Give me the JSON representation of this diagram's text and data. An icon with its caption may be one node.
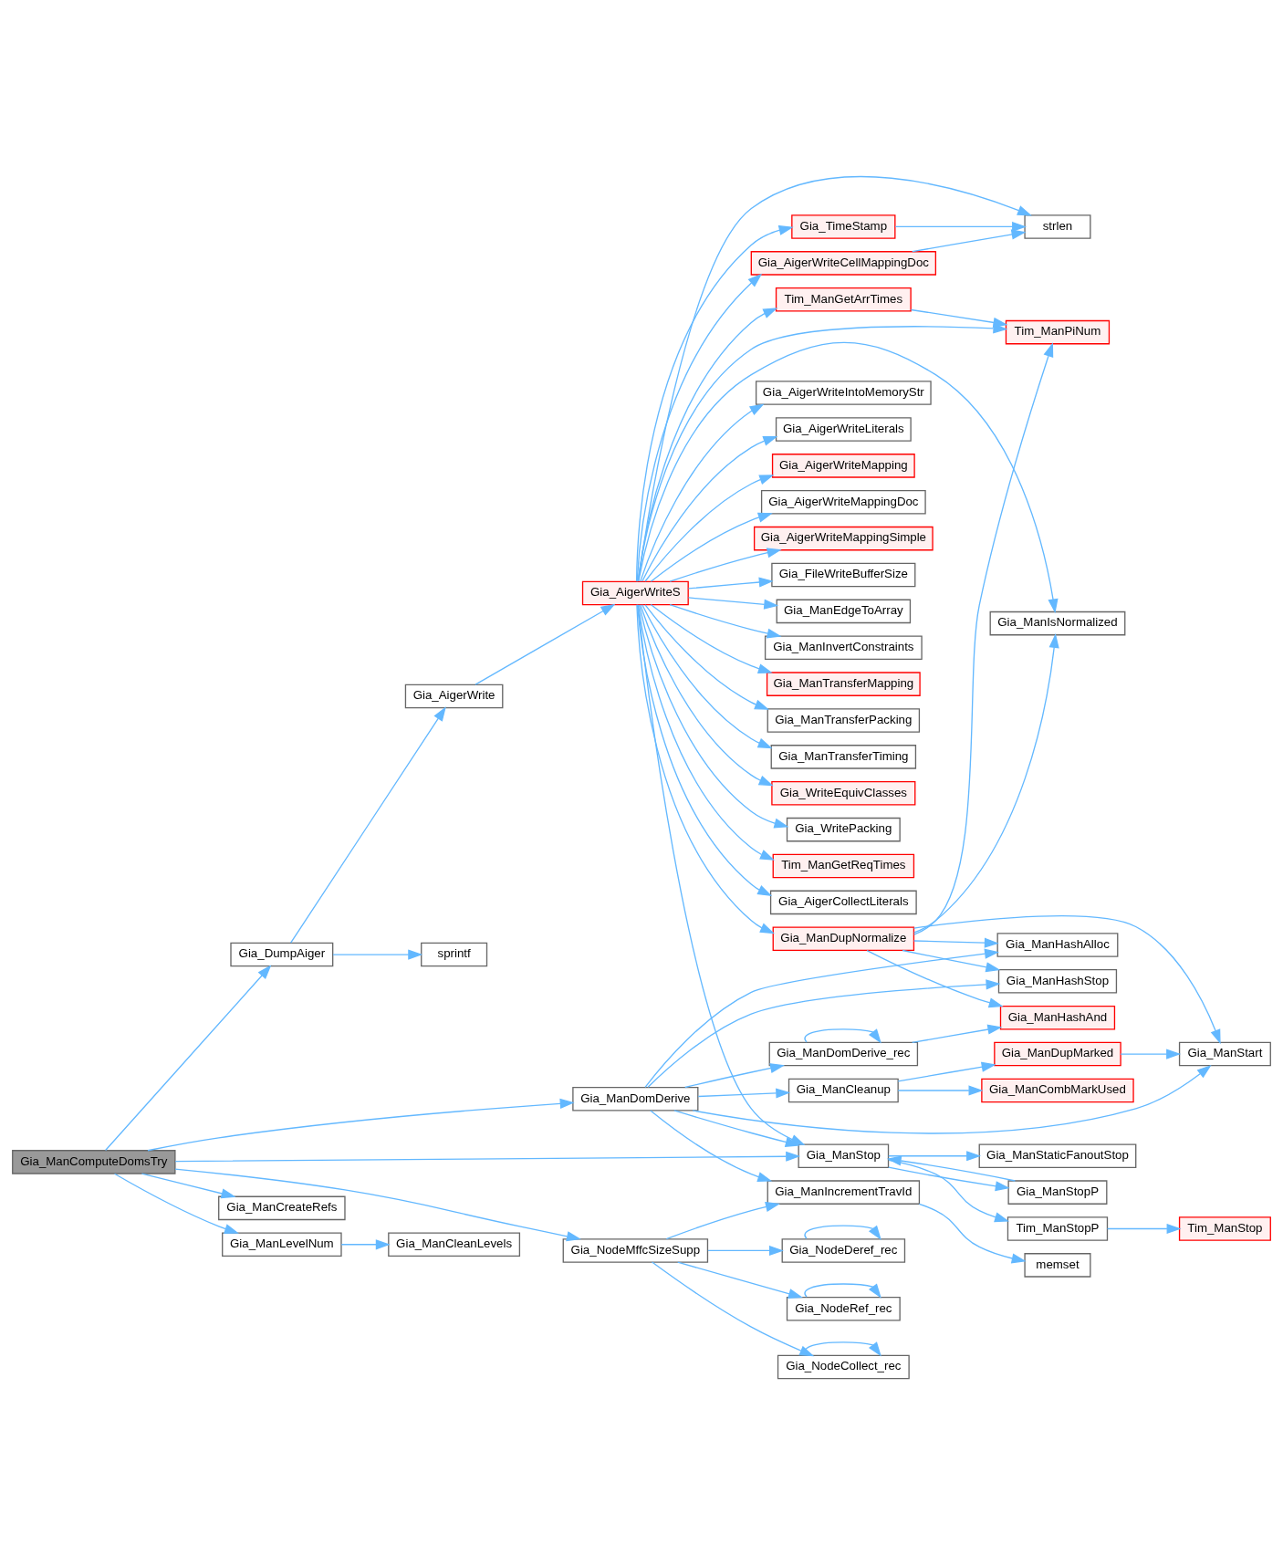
{
  "diagram": {
    "nodes": [
      {
        "text": [
          "Gia_ManComputeDomsTry"
        ]
      },
      {
        "text": [
          "Gia_DumpAiger"
        ]
      },
      {
        "text": [
          "Gia_ManCreateRefs"
        ]
      },
      {
        "text": [
          "Gia_ManDomDerive"
        ]
      },
      {
        "text": [
          "Gia_ManLevelNum"
        ]
      },
      {
        "text": [
          "Gia_NodeMffcSizeSupp"
        ]
      },
      {
        "text": [
          "Gia_AigerWrite"
        ]
      },
      {
        "text": [
          "sprintf"
        ]
      },
      {
        "text": [
          "Gia_ManCleanLevels"
        ]
      },
      {
        "text": [
          "Gia_AigerWriteS"
        ]
      },
      {
        "text": [
          "Gia_ManTransferPacking"
        ]
      },
      {
        "text": [
          "Gia_ManTransferTiming"
        ]
      },
      {
        "text": [
          "Gia_WriteEquivClasses"
        ]
      },
      {
        "text": [
          "Gia_WritePacking"
        ]
      },
      {
        "text": [
          "Tim_ManGetReqTimes"
        ]
      },
      {
        "text": [
          "Gia_AigerCollectLiterals"
        ]
      },
      {
        "text": [
          "Gia_TimeStamp"
        ]
      },
      {
        "text": [
          "Gia_AigerWriteCellMappingDoc"
        ]
      },
      {
        "text": [
          "Tim_ManGetArrTimes"
        ]
      },
      {
        "text": [
          "Gia_AigerWriteIntoMemoryStr"
        ]
      },
      {
        "text": [
          "Gia_AigerWriteLiterals"
        ]
      },
      {
        "text": [
          "Gia_AigerWriteMapping"
        ]
      },
      {
        "text": [
          "Gia_AigerWriteMappingDoc"
        ]
      },
      {
        "text": [
          "Gia_AigerWriteMappingSimple"
        ]
      },
      {
        "text": [
          "Gia_FileWriteBufferSize"
        ]
      },
      {
        "text": [
          "Gia_ManEdgeToArray"
        ]
      },
      {
        "text": [
          "Gia_ManInvertConstraints"
        ]
      },
      {
        "text": [
          "Gia_ManTransferMapping"
        ]
      },
      {
        "text": [
          "Gia_ManDupNormalize"
        ]
      },
      {
        "text": [
          "Gia_ManDomDerive_rec"
        ]
      },
      {
        "text": [
          "Gia_ManStop"
        ]
      },
      {
        "text": [
          "Gia_ManCleanup"
        ]
      },
      {
        "text": [
          "Gia_ManIncrementTravId"
        ]
      },
      {
        "text": [
          "Gia_NodeCollect_rec"
        ]
      },
      {
        "text": [
          "Gia_NodeDeref_rec"
        ]
      },
      {
        "text": [
          "Gia_NodeRef_rec"
        ]
      },
      {
        "text": [
          "strlen"
        ]
      },
      {
        "text": [
          "Tim_ManPiNum"
        ]
      },
      {
        "text": [
          "Gia_ManIsNormalized"
        ]
      },
      {
        "text": [
          "Gia_ManHashStop"
        ]
      },
      {
        "text": [
          "Gia_ManHashAnd"
        ]
      },
      {
        "text": [
          "Gia_ManHashAlloc"
        ]
      },
      {
        "text": [
          "Tim_ManStopP"
        ]
      },
      {
        "text": [
          "Gia_ManStaticFanoutStop"
        ]
      },
      {
        "text": [
          "Gia_ManStopP"
        ]
      },
      {
        "text": [
          "Gia_ManStart"
        ]
      },
      {
        "text": [
          "Gia_ManCombMarkUsed"
        ]
      },
      {
        "text": [
          "Gia_ManDupMarked"
        ]
      },
      {
        "text": [
          "memset"
        ]
      },
      {
        "text": [
          "Tim_ManStop"
        ]
      }
    ],
    "edges": [
      {
        "from": 0,
        "to": 1,
        "arrow": "to"
      },
      {
        "from": 0,
        "to": 30,
        "arrow": "to"
      },
      {
        "from": 0,
        "to": 2,
        "arrow": "to"
      },
      {
        "from": 0,
        "to": 3,
        "arrow": "to"
      },
      {
        "from": 0,
        "to": 4,
        "arrow": "to"
      },
      {
        "from": 0,
        "to": 5,
        "arrow": "to"
      },
      {
        "from": 1,
        "to": 6,
        "arrow": "to"
      },
      {
        "from": 1,
        "to": 7,
        "arrow": "to"
      },
      {
        "from": 6,
        "to": 9,
        "arrow": "to"
      },
      {
        "from": 9,
        "to": 10,
        "arrow": "to"
      },
      {
        "from": 9,
        "to": 11,
        "arrow": "to"
      },
      {
        "from": 9,
        "to": 12,
        "arrow": "to"
      },
      {
        "from": 9,
        "to": 13,
        "arrow": "to"
      },
      {
        "from": 9,
        "to": 14,
        "arrow": "to"
      },
      {
        "from": 9,
        "to": 15,
        "arrow": "to"
      },
      {
        "from": 9,
        "to": 16,
        "arrow": "to"
      },
      {
        "from": 9,
        "to": 17,
        "arrow": "to"
      },
      {
        "from": 9,
        "to": 36,
        "arrow": "to"
      },
      {
        "from": 9,
        "to": 18,
        "arrow": "to"
      },
      {
        "from": 9,
        "to": 37,
        "arrow": "to"
      },
      {
        "from": 9,
        "to": 19,
        "arrow": "to"
      },
      {
        "from": 9,
        "to": 20,
        "arrow": "to"
      },
      {
        "from": 9,
        "to": 21,
        "arrow": "to"
      },
      {
        "from": 9,
        "to": 22,
        "arrow": "to"
      },
      {
        "from": 9,
        "to": 23,
        "arrow": "to"
      },
      {
        "from": 9,
        "to": 24,
        "arrow": "to"
      },
      {
        "from": 9,
        "to": 38,
        "arrow": "to"
      },
      {
        "from": 9,
        "to": 25,
        "arrow": "to"
      },
      {
        "from": 9,
        "to": 26,
        "arrow": "to"
      },
      {
        "from": 9,
        "to": 27,
        "arrow": "to"
      },
      {
        "from": 9,
        "to": 28,
        "arrow": "to"
      },
      {
        "from": 9,
        "to": 30,
        "arrow": "to"
      },
      {
        "from": 16,
        "to": 36,
        "arrow": "to"
      },
      {
        "from": 17,
        "to": 36,
        "arrow": "to"
      },
      {
        "from": 18,
        "to": 37,
        "arrow": "to"
      },
      {
        "from": 28,
        "to": 37,
        "arrow": "to"
      },
      {
        "from": 28,
        "to": 38,
        "arrow": "to"
      },
      {
        "from": 28,
        "to": 45,
        "arrow": "to"
      },
      {
        "from": 28,
        "to": 39,
        "arrow": "to"
      },
      {
        "from": 28,
        "to": 40,
        "arrow": "to"
      },
      {
        "from": 28,
        "to": 41,
        "arrow": "to"
      },
      {
        "from": 3,
        "to": 39,
        "arrow": "to"
      },
      {
        "from": 3,
        "to": 29,
        "arrow": "to"
      },
      {
        "from": 3,
        "to": 41,
        "arrow": "to"
      },
      {
        "from": 3,
        "to": 30,
        "arrow": "to"
      },
      {
        "from": 3,
        "to": 45,
        "arrow": "to"
      },
      {
        "from": 3,
        "to": 31,
        "arrow": "to"
      },
      {
        "from": 3,
        "to": 32,
        "arrow": "to"
      },
      {
        "from": 29,
        "to": 29,
        "arrow": "to"
      },
      {
        "from": 29,
        "to": 40,
        "arrow": "to"
      },
      {
        "from": 30,
        "to": 42,
        "arrow": "to"
      },
      {
        "from": 30,
        "to": 43,
        "arrow": "to"
      },
      {
        "from": 30,
        "to": 44,
        "arrow": "to"
      },
      {
        "from": 44,
        "to": 30,
        "arrow": "to"
      },
      {
        "from": 42,
        "to": 49,
        "arrow": "to"
      },
      {
        "from": 31,
        "to": 46,
        "arrow": "to"
      },
      {
        "from": 31,
        "to": 47,
        "arrow": "to"
      },
      {
        "from": 47,
        "to": 45,
        "arrow": "to"
      },
      {
        "from": 4,
        "to": 8,
        "arrow": "to"
      },
      {
        "from": 5,
        "to": 32,
        "arrow": "to"
      },
      {
        "from": 5,
        "to": 33,
        "arrow": "to"
      },
      {
        "from": 5,
        "to": 34,
        "arrow": "to"
      },
      {
        "from": 5,
        "to": 35,
        "arrow": "to"
      },
      {
        "from": 32,
        "to": 48,
        "arrow": "to"
      },
      {
        "from": 33,
        "to": 33,
        "arrow": "to"
      },
      {
        "from": 34,
        "to": 34,
        "arrow": "to"
      },
      {
        "from": 35,
        "to": 35,
        "arrow": "to"
      }
    ]
  }
}
